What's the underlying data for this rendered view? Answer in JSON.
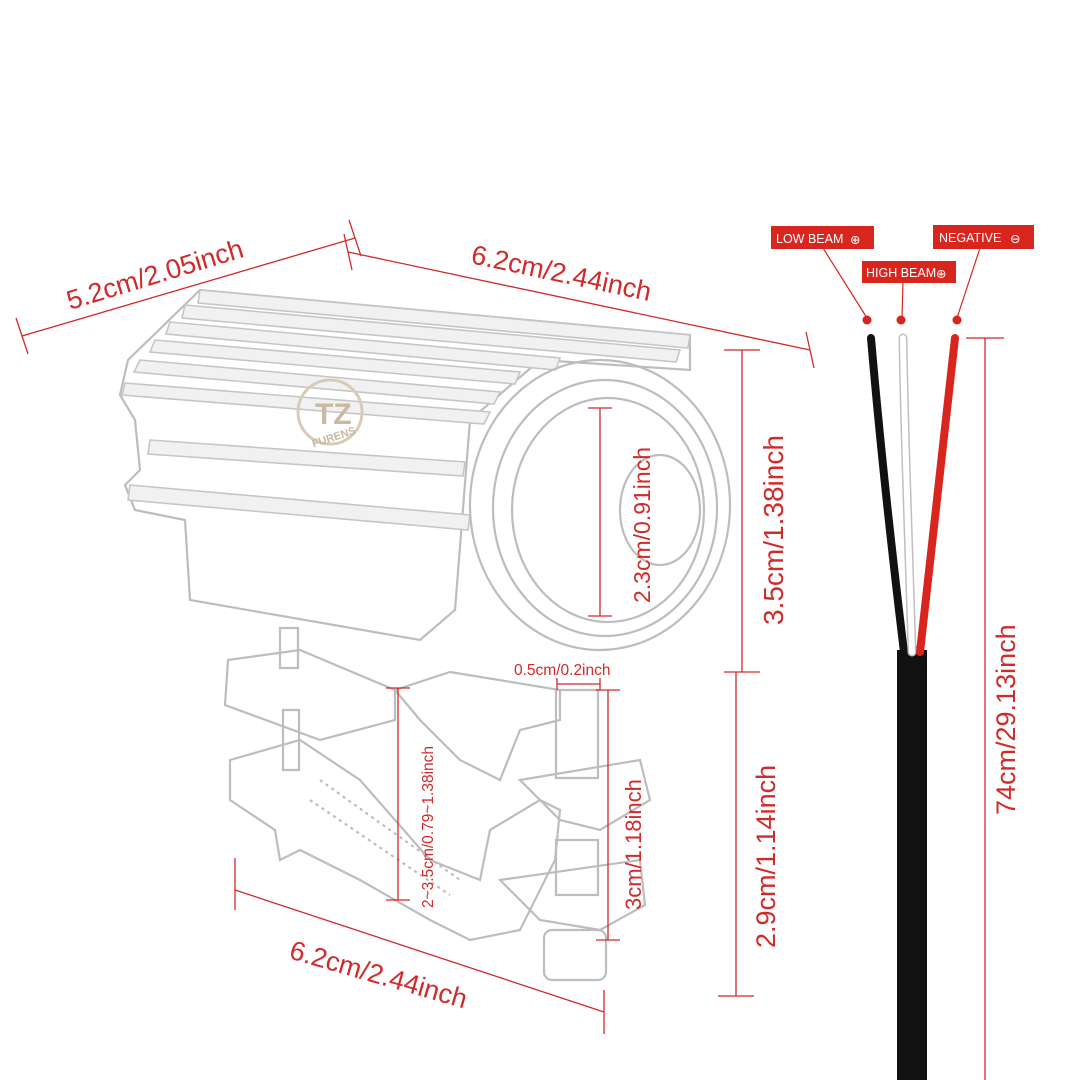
{
  "brand": {
    "logo_text": "FURENS",
    "logo_mark": "TZ"
  },
  "dimensions": {
    "body_depth": "5.2cm/2.05inch",
    "body_length_top": "6.2cm/2.44inch",
    "body_height": "3.5cm/1.38inch",
    "lens_diameter": "2.3cm/0.91inch",
    "bolt_diameter": "0.5cm/0.2inch",
    "clamp_range": "2~3.5cm/0.79~1.38inch",
    "bolt_length": "3cm/1.18inch",
    "mount_height": "2.9cm/1.14inch",
    "mount_length_bottom": "6.2cm/2.44inch",
    "cable_length": "74cm/29.13inch"
  },
  "wires": {
    "low_beam": {
      "label": "LOW BEAM",
      "symbol": "⊕",
      "color": "#1a1a1a"
    },
    "high_beam": {
      "label": "HIGH BEAM",
      "symbol": "⊕",
      "color": "#ffffff"
    },
    "negative": {
      "label": "NEGATIVE",
      "symbol": "⊖",
      "color": "#d8261f"
    }
  },
  "colors": {
    "accent": "#d12a2a",
    "label_bg": "#d8261f",
    "outline": "#bdbdbd"
  }
}
